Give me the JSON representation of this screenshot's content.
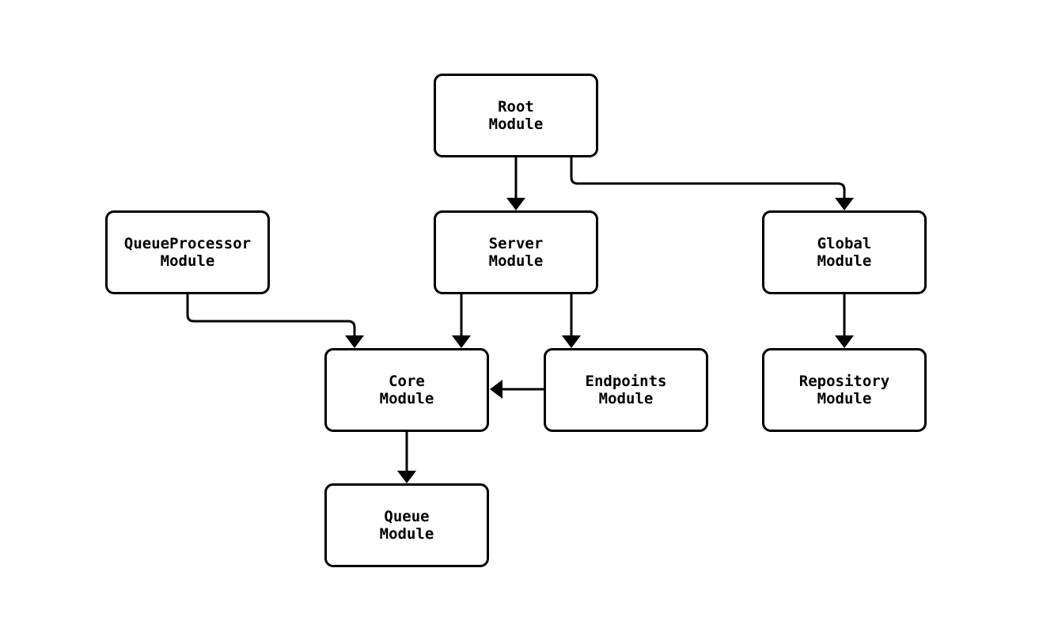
{
  "diagram": {
    "background_color": "#ffffff",
    "node_fill_color": "#ffffff",
    "stroke_color": "#000000",
    "nodes": [
      {
        "id": "root",
        "label": "Root\nModule"
      },
      {
        "id": "queueprocessor",
        "label": "QueueProcessor\nModule"
      },
      {
        "id": "server",
        "label": "Server\nModule"
      },
      {
        "id": "global",
        "label": "Global\nModule"
      },
      {
        "id": "core",
        "label": "Core\nModule"
      },
      {
        "id": "endpoints",
        "label": "Endpoints\nModule"
      },
      {
        "id": "repository",
        "label": "Repository\nModule"
      },
      {
        "id": "queue",
        "label": "Queue\nModule"
      }
    ],
    "edges": [
      {
        "from": "Root Module",
        "to": "Server Module"
      },
      {
        "from": "Root Module",
        "to": "Global Module"
      },
      {
        "from": "QueueProcessor Module",
        "to": "Core Module"
      },
      {
        "from": "Server Module",
        "to": "Core Module"
      },
      {
        "from": "Server Module",
        "to": "Endpoints Module"
      },
      {
        "from": "Endpoints Module",
        "to": "Core Module"
      },
      {
        "from": "Global Module",
        "to": "Repository Module"
      },
      {
        "from": "Core Module",
        "to": "Queue Module"
      }
    ]
  }
}
